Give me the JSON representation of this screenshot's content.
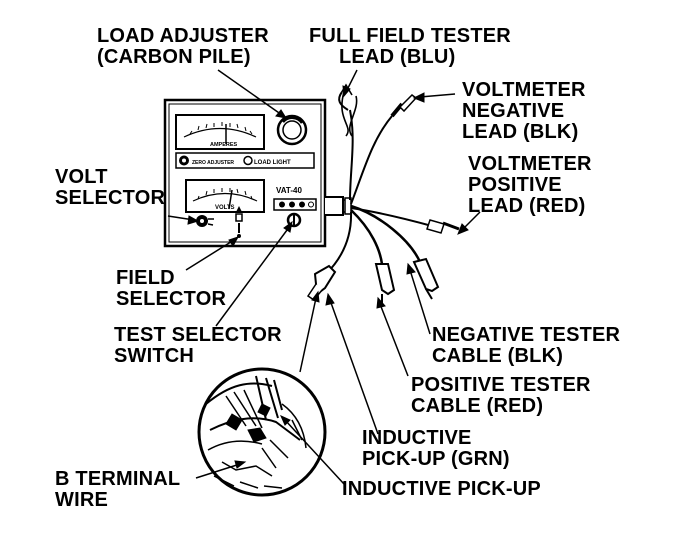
{
  "diagram": {
    "labels": {
      "load_adjuster": [
        "LOAD ADJUSTER",
        "(CARBON PILE)"
      ],
      "full_field_tester_lead": [
        "FULL FIELD TESTER",
        "LEAD (BLU)"
      ],
      "voltmeter_negative_lead": [
        "VOLTMETER",
        "NEGATIVE",
        "LEAD (BLK)"
      ],
      "voltmeter_positive_lead": [
        "VOLTMETER",
        "POSITIVE",
        "LEAD (RED)"
      ],
      "volt_selector": [
        "VOLT",
        "SELECTOR"
      ],
      "field_selector": [
        "FIELD",
        "SELECTOR"
      ],
      "test_selector_switch": [
        "TEST SELECTOR",
        "SWITCH"
      ],
      "negative_tester_cable": [
        "NEGATIVE TESTER",
        "CABLE (BLK)"
      ],
      "positive_tester_cable": [
        "POSITIVE TESTER",
        "CABLE (RED)"
      ],
      "inductive_pickup_grn": [
        "INDUCTIVE",
        "PICK-UP (GRN)"
      ],
      "inductive_pickup": [
        "INDUCTIVE PICK-UP"
      ],
      "b_terminal_wire": [
        "B TERMINAL",
        "WIRE"
      ]
    },
    "panel_text": {
      "ammeter_scale": "AMPERES",
      "zero_adjuster": "ZERO ADJUSTER",
      "load_light": "LOAD LIGHT",
      "volts_scale": "VOLTS",
      "model": "VAT-40"
    },
    "colors": {
      "ink": "#000000",
      "paper": "#ffffff"
    }
  }
}
